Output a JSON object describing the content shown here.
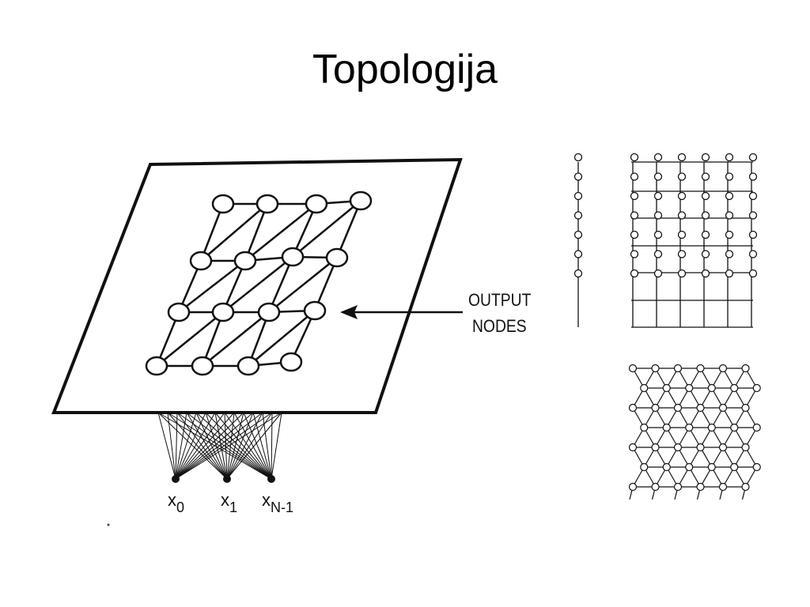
{
  "slide": {
    "title": "Topologija"
  },
  "som_figure": {
    "output_label_line1": "OUTPUT",
    "output_label_line2": "NODES",
    "inputs": [
      {
        "base": "x",
        "sub": "0"
      },
      {
        "base": "x",
        "sub": "1"
      },
      {
        "base": "x",
        "sub": "N-1"
      }
    ]
  },
  "colors": {
    "ink": "#111111",
    "background": "#ffffff"
  }
}
